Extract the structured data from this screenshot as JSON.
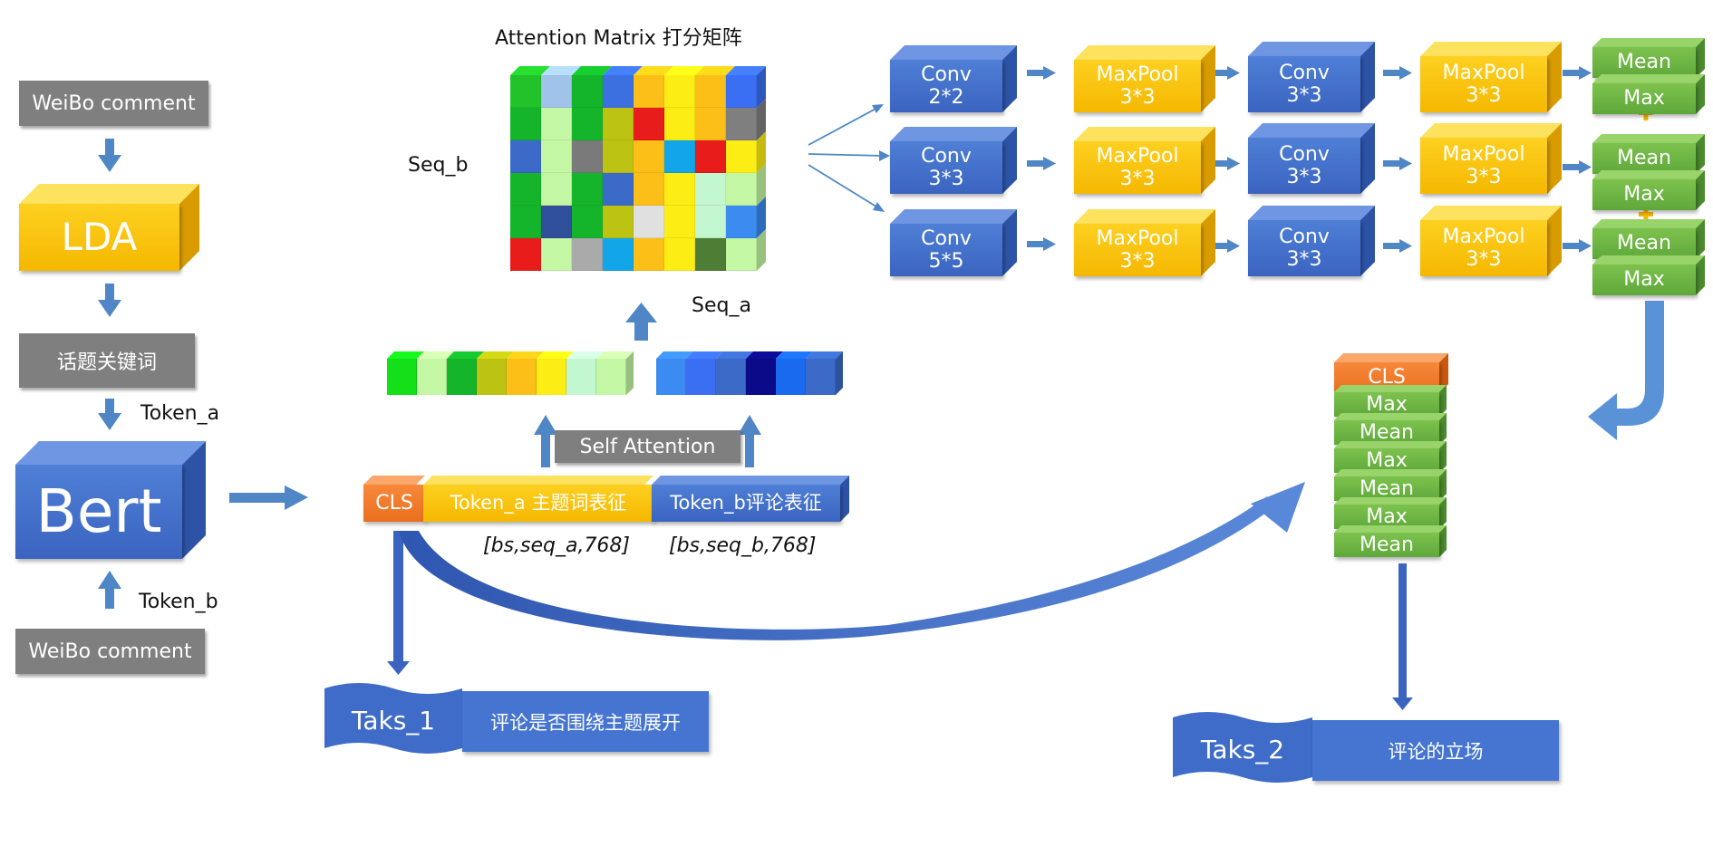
{
  "left": {
    "weibo_top": "WeiBo comment",
    "lda": "LDA",
    "keywords": "话题关键词",
    "token_a": "Token_a",
    "bert": "Bert",
    "token_b": "Token_b",
    "weibo_bottom": "WeiBo comment"
  },
  "attention": {
    "title": "Attention Matrix 打分矩阵",
    "seq_b": "Seq_b",
    "seq_a": "Seq_a",
    "self_attention": "Self Attention",
    "grid_colors": [
      [
        "#22c32a",
        "#9fc3e9",
        "#14b52a",
        "#3c6fe0",
        "#fbbf18",
        "#fcee14",
        "#fbbf18",
        "#3b6ff3"
      ],
      [
        "#14b52a",
        "#c3f7a3",
        "#14b52a",
        "#bdc312",
        "#e91c1c",
        "#fcee14",
        "#fbbf18",
        "#7f7f7f"
      ],
      [
        "#3b6ac9",
        "#c3f7a3",
        "#7a7a7a",
        "#bdc312",
        "#fbbf18",
        "#12a5e8",
        "#e91c1c",
        "#fcee14"
      ],
      [
        "#14b52a",
        "#c3f7a3",
        "#14b52a",
        "#3b6ac9",
        "#fbbf18",
        "#fcee14",
        "#c3f7d0",
        "#c3f7a3"
      ],
      [
        "#14b52a",
        "#2f4f9a",
        "#14b52a",
        "#bdc312",
        "#e0e0e0",
        "#fcee14",
        "#c3f7d0",
        "#3b8bf0"
      ],
      [
        "#e91c1c",
        "#c3f7a3",
        "#aaaaaa",
        "#12a5e8",
        "#fbbf18",
        "#fcee14",
        "#4e7d35",
        "#c3f7a3"
      ]
    ],
    "seq_a_colors": [
      "#14e01a",
      "#c3f7a3",
      "#14b52a",
      "#bdc312",
      "#fbbf18",
      "#fcee14",
      "#c3f7d0",
      "#c3f7a3"
    ],
    "seq_b_colors": [
      "#3b8bf0",
      "#3b6ff3",
      "#3b6ac9",
      "#0b0b8a",
      "#1a6af0",
      "#3b6ac9"
    ]
  },
  "token_bar": {
    "cls": "CLS",
    "token_a": "Token_a 主题词表征",
    "token_b": "Token_b评论表征",
    "shape_a": "[bs,seq_a,768]",
    "shape_b": "[bs,seq_b,768]"
  },
  "conv_rows": [
    {
      "conv1": [
        "Conv",
        "2*2"
      ],
      "pool1": [
        "MaxPool",
        "3*3"
      ],
      "conv2": [
        "Conv",
        "3*3"
      ],
      "pool2": [
        "MaxPool",
        "3*3"
      ],
      "out": [
        "Mean",
        "Max"
      ]
    },
    {
      "conv1": [
        "Conv",
        "3*3"
      ],
      "pool1": [
        "MaxPool",
        "3*3"
      ],
      "conv2": [
        "Conv",
        "3*3"
      ],
      "pool2": [
        "MaxPool",
        "3*3"
      ],
      "out": [
        "Mean",
        "Max"
      ]
    },
    {
      "conv1": [
        "Conv",
        "5*5"
      ],
      "pool1": [
        "MaxPool",
        "3*3"
      ],
      "conv2": [
        "Conv",
        "3*3"
      ],
      "pool2": [
        "MaxPool",
        "3*3"
      ],
      "out": [
        "Mean",
        "Max"
      ]
    }
  ],
  "stack": {
    "cls": "CLS",
    "items": [
      "Max",
      "Mean",
      "Max",
      "Mean",
      "Max",
      "Mean"
    ]
  },
  "tasks": {
    "task1_title": "Taks_1",
    "task1_desc": "评论是否围绕主题展开",
    "task2_title": "Taks_2",
    "task2_desc": "评论的立场"
  },
  "colors": {
    "blue": "#3a64c0",
    "gold": "#f5b800",
    "green": "#5ea83a",
    "orange": "#e9701f",
    "grey": "#7f7f7f",
    "arrow": "#4f86c6"
  }
}
